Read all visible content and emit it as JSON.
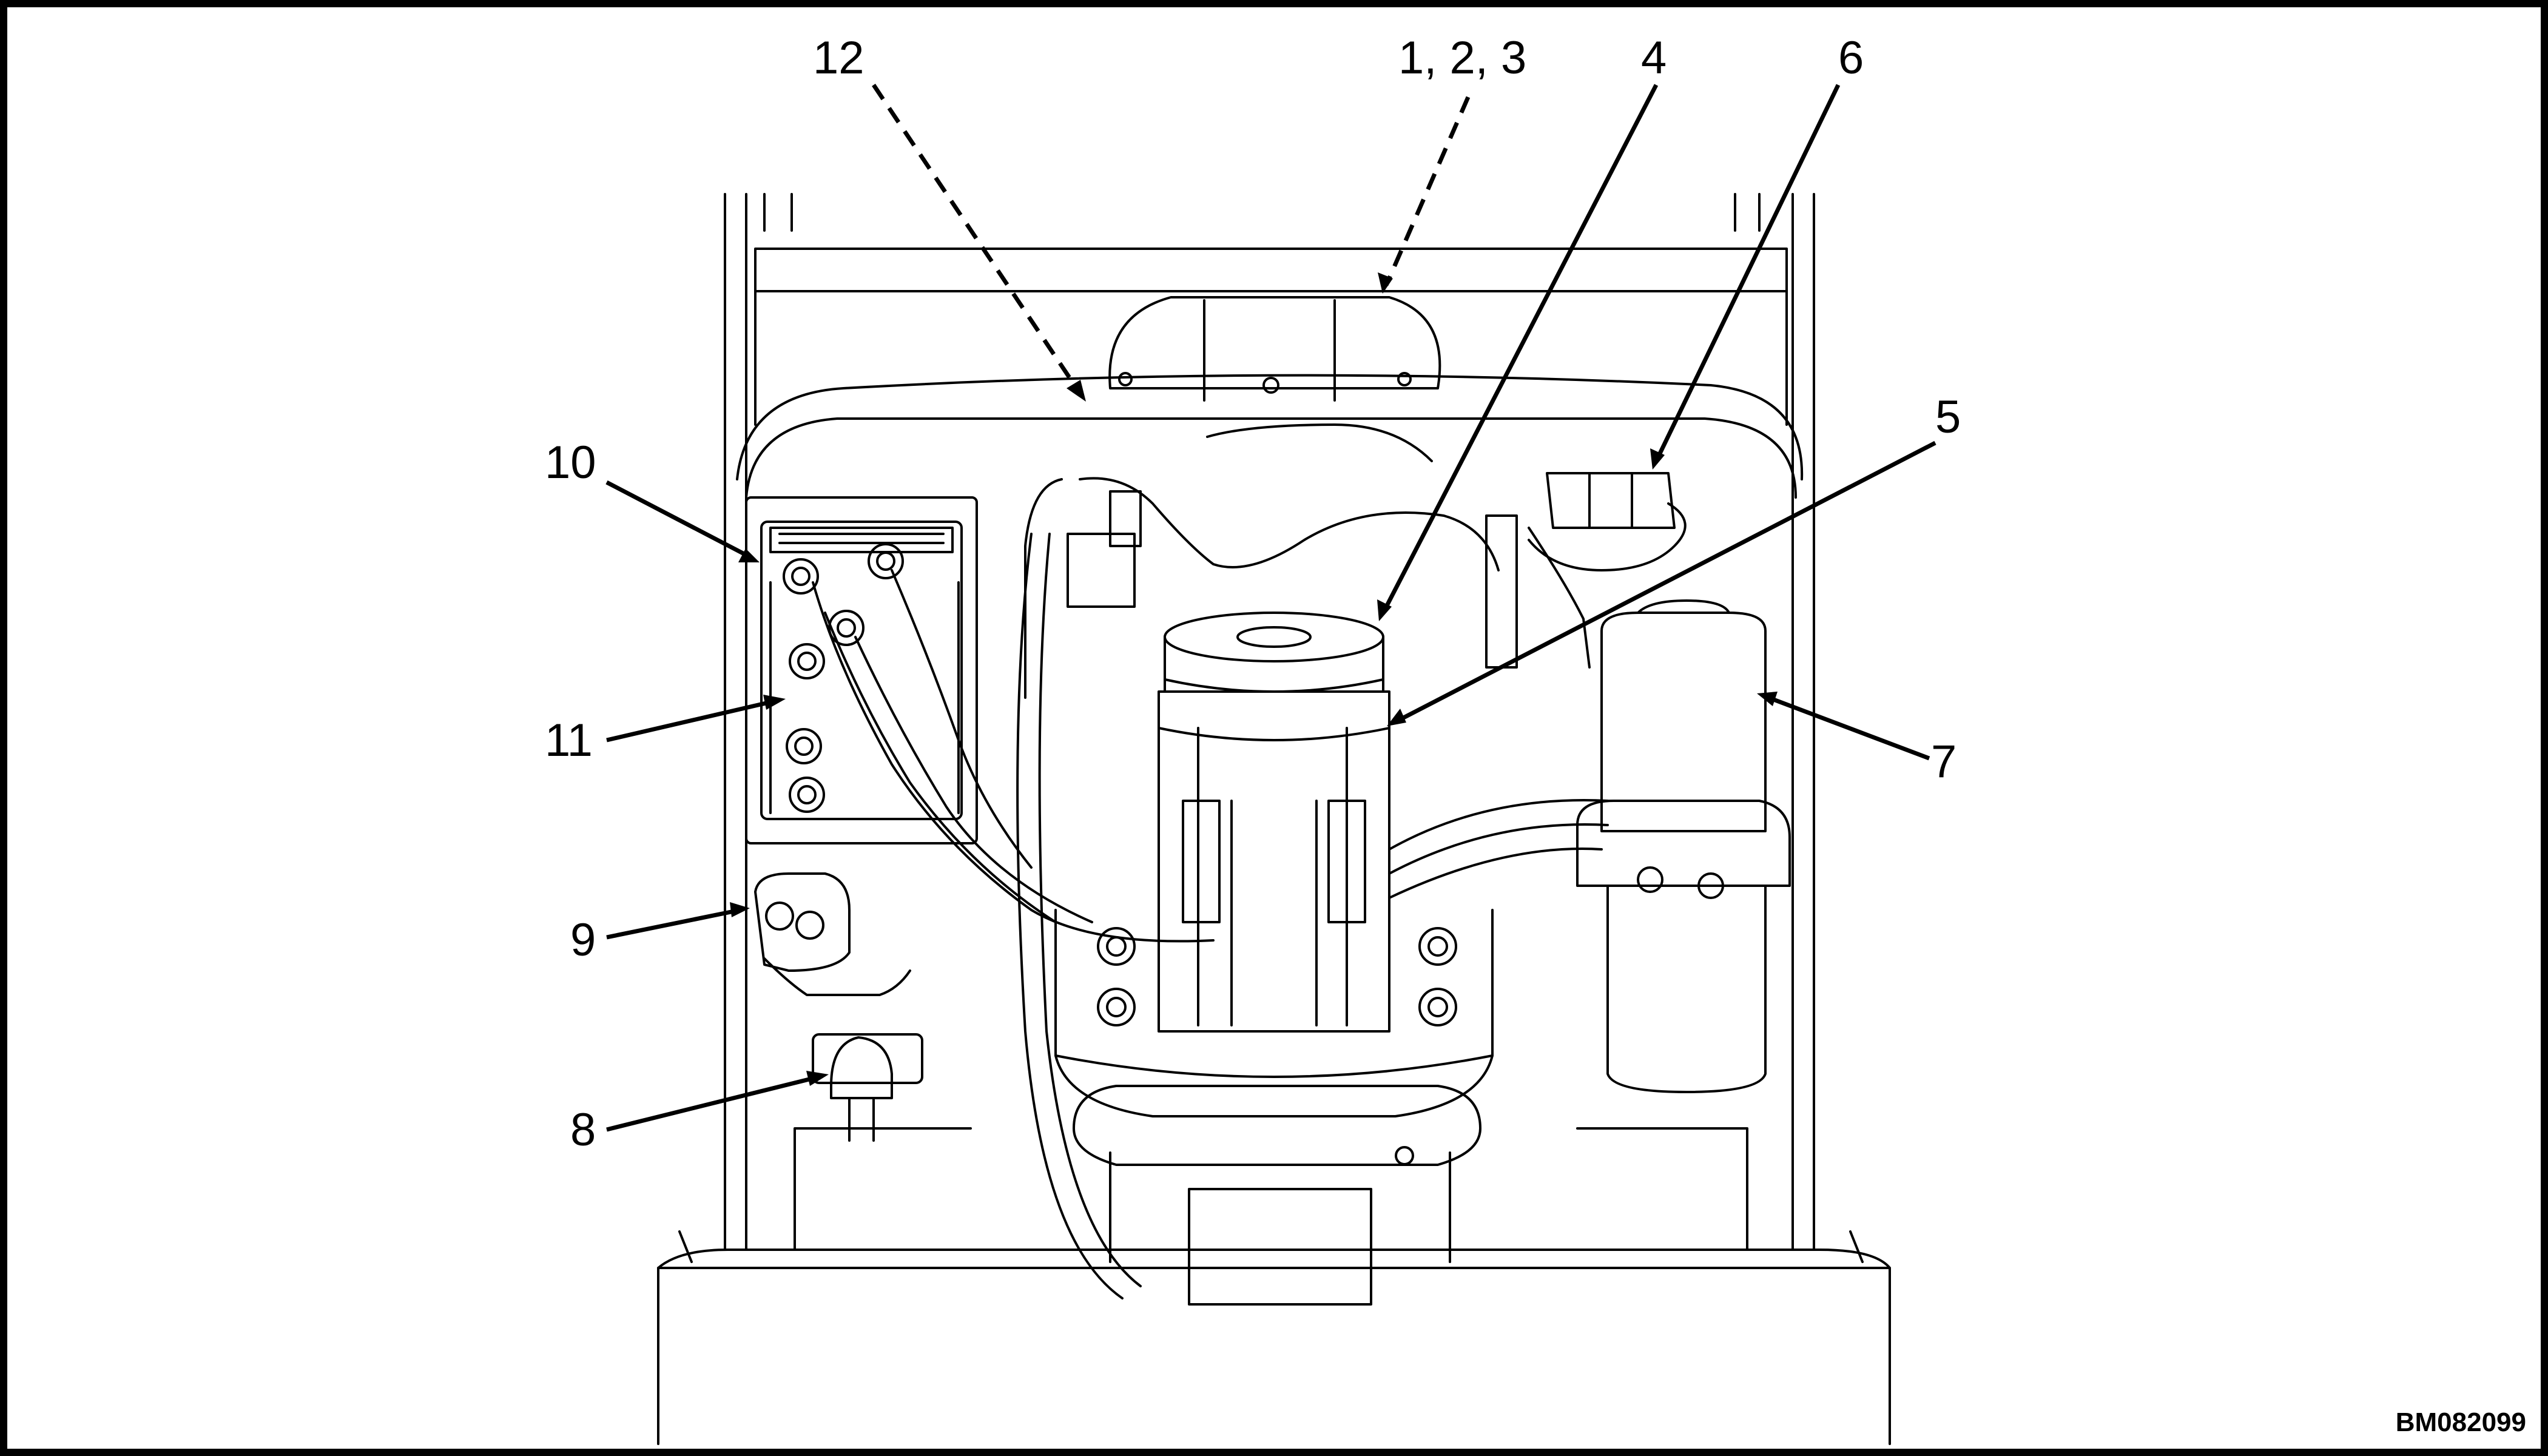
{
  "callouts": {
    "c12": "12",
    "c123": "1, 2, 3",
    "c4": "4",
    "c6": "6",
    "c5": "5",
    "c10": "10",
    "c11": "11",
    "c7": "7",
    "c9": "9",
    "c8": "8"
  },
  "figure_id": "BM082099",
  "colors": {
    "line": "#000000",
    "background": "#ffffff"
  }
}
